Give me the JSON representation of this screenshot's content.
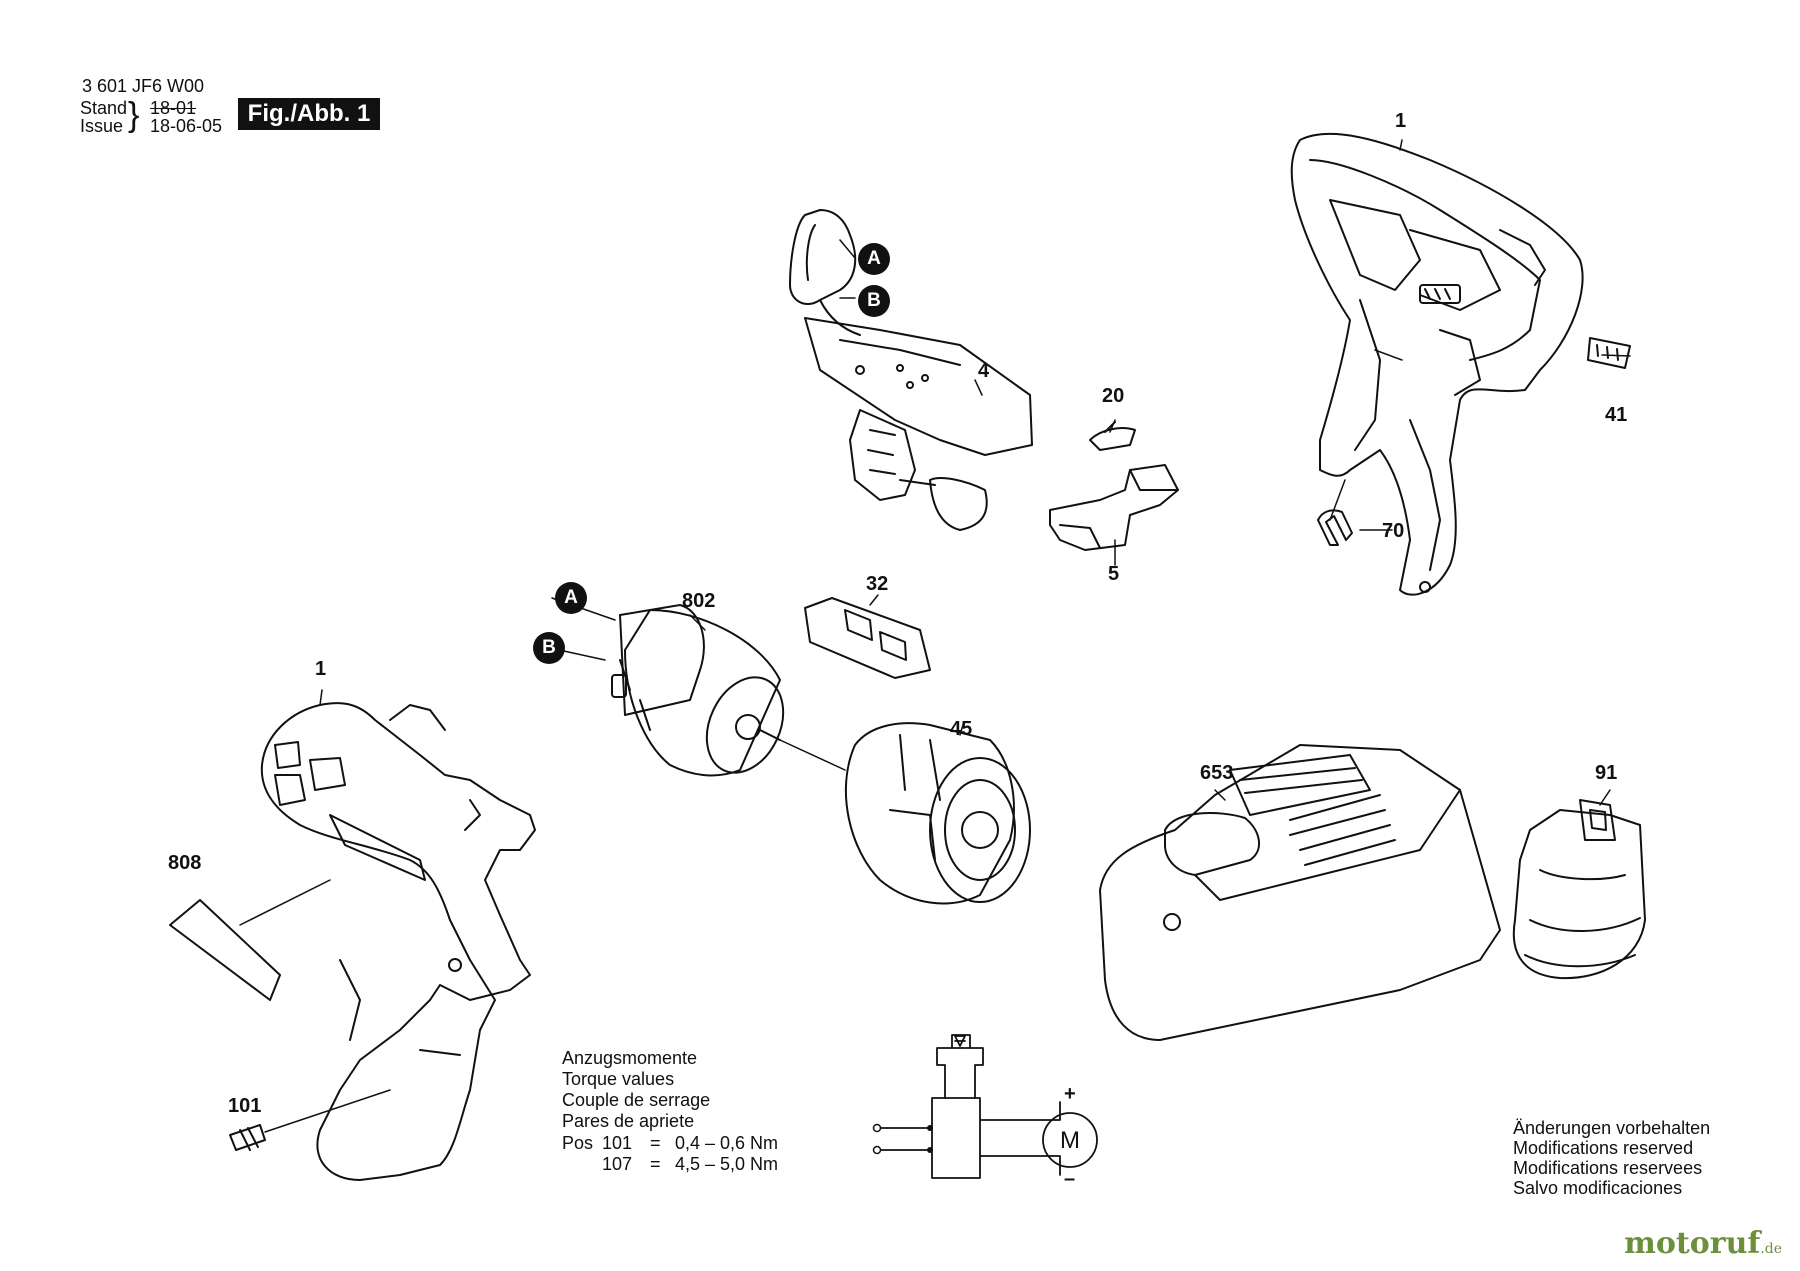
{
  "header": {
    "part_number": "3 601 JF6 W00",
    "stand_label": "Stand",
    "issue_label": "Issue",
    "stand_value": "18-01",
    "issue_value": "18-06-05",
    "fig_label": "Fig./Abb. 1"
  },
  "parts": {
    "p1_top": "1",
    "p1_bottom": "1",
    "p4": "4",
    "p5": "5",
    "p20": "20",
    "p32": "32",
    "p41": "41",
    "p45": "45",
    "p70": "70",
    "p91": "91",
    "p101": "101",
    "p653": "653",
    "p802": "802",
    "p808": "808"
  },
  "markers": {
    "a_top": "A",
    "b_top": "B",
    "a_motor": "A",
    "b_motor": "B"
  },
  "torque": {
    "lines": [
      "Anzugsmomente",
      "Torque values",
      "Couple de serrage",
      "Pares de apriete"
    ],
    "pos_label": "Pos",
    "rows": [
      {
        "pos": "101",
        "eq": "=",
        "value": "0,4 – 0,6 Nm"
      },
      {
        "pos": "107",
        "eq": "=",
        "value": "4,5 – 5,0 Nm"
      }
    ]
  },
  "circuit": {
    "motor_label": "M",
    "plus": "+",
    "minus": "–"
  },
  "notice": {
    "lines": [
      "Änderungen vorbehalten",
      "Modifications reserved",
      "Modifications reservees",
      "Salvo modificaciones"
    ]
  },
  "watermark": {
    "brand_a": "motoruf",
    "brand_b": ".de"
  }
}
